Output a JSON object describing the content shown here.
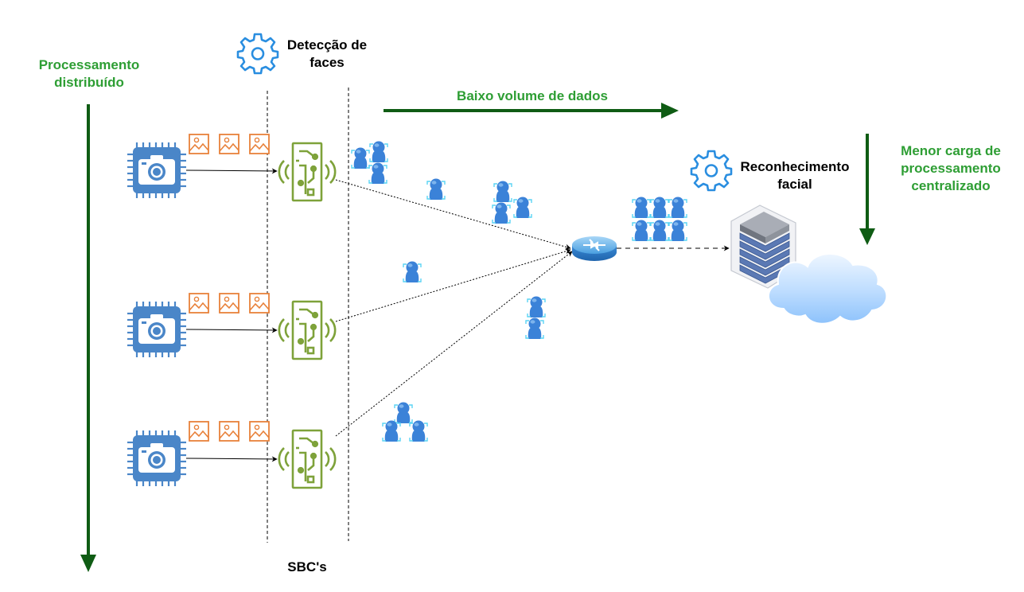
{
  "labels": {
    "distributed": "Processamento distribuído",
    "face_detection": "Detecção de faces",
    "low_volume": "Baixo volume de dados",
    "face_recognition": "Reconhecimento facial",
    "lower_load": "Menor carga de processamento centralizado",
    "sbcs": "SBC's"
  },
  "colors": {
    "green_text": "#2e9e34",
    "dark_green_arrow": "#0f5c14",
    "camera_blue": "#4a86c8",
    "sbc_green": "#7ea23a",
    "image_orange": "#e8813a",
    "face_blue": "#3b82d8",
    "face_frame": "#5ad4f4",
    "gear_blue": "#2a8ee0"
  },
  "icons": {
    "camera": "camera-chip-icon",
    "sbc": "sbc-board-icon",
    "image": "image-icon",
    "face": "face-icon",
    "router": "router-icon",
    "server": "server-rack-icon",
    "cloud": "cloud-icon",
    "gear": "gear-icon"
  }
}
